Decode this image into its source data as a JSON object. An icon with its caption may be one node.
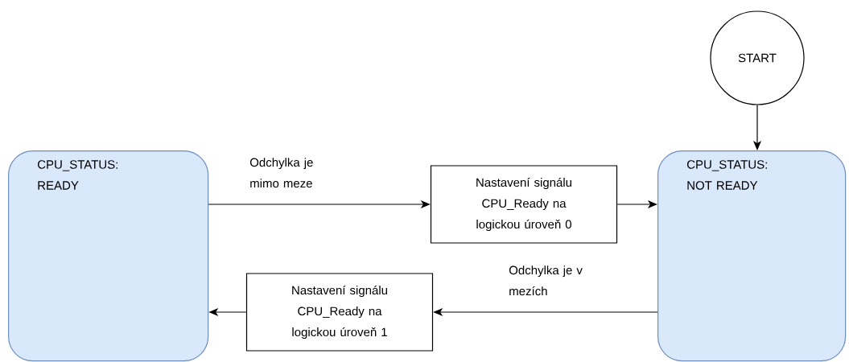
{
  "diagram": {
    "nodes": [
      {
        "text": [
          "START"
        ]
      },
      {
        "text": [
          "CPU_STATUS: READY"
        ]
      },
      {
        "text": [
          "Nastavení signálu CPU_Ready na logickou úroveň 0"
        ]
      },
      {
        "text": [
          "CPU_STATUS: NOT READY"
        ]
      },
      {
        "text": [
          "Nastavení signálu CPU_Ready na logickou úroveň 1"
        ]
      }
    ],
    "edges": [
      {
        "from": 0,
        "to": 3,
        "arrow": "to"
      },
      {
        "from": 1,
        "to": 2,
        "arrow": "to",
        "label": "Odchylka je mimo meze"
      },
      {
        "from": 2,
        "to": 3,
        "arrow": "to"
      },
      {
        "from": 3,
        "to": 4,
        "arrow": "to",
        "label": "Odchylka je v mezích"
      },
      {
        "from": 4,
        "to": 1,
        "arrow": "to"
      }
    ]
  }
}
